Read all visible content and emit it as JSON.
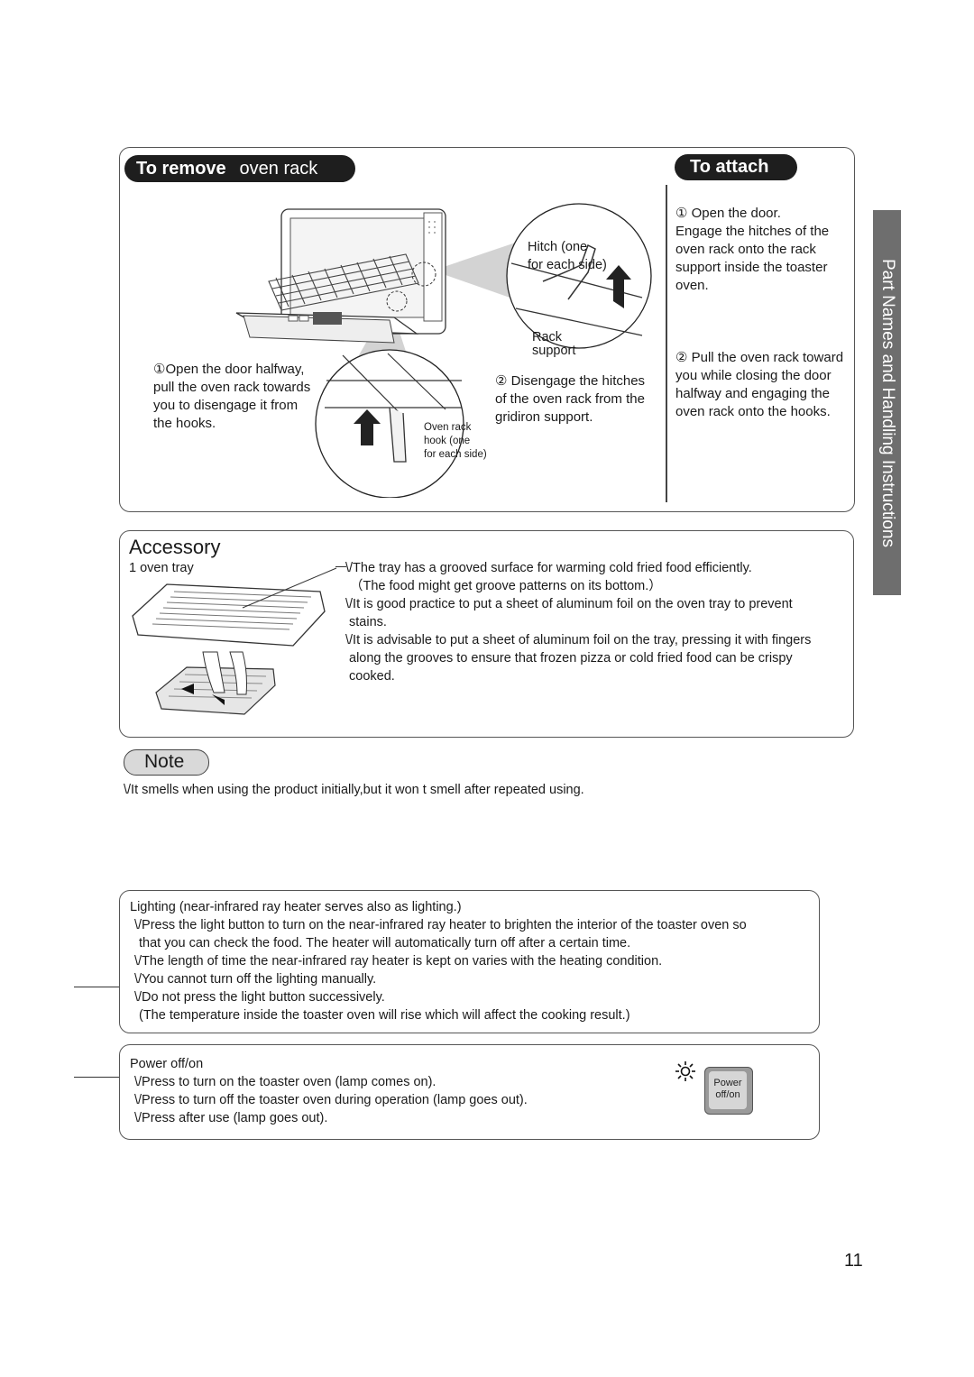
{
  "remove_section": {
    "title_bold": "To remove",
    "title_rest": " oven rack",
    "step1": [
      "①Open the door halfway,",
      "pull the oven rack towards",
      "you to disengage it from",
      "the hooks."
    ],
    "step2": [
      "② Disengage the hitches",
      "of the oven rack from the",
      "gridiron support."
    ],
    "callout_hitch": [
      "Hitch (one",
      "for each side)"
    ],
    "callout_rack_support": [
      "Rack",
      "support"
    ],
    "callout_oven_rack_hook": [
      "Oven rack",
      "hook (one",
      "for each side)"
    ]
  },
  "attach_section": {
    "title": "To attach",
    "step1": [
      "① Open the door.",
      "Engage the hitches of the",
      "oven rack onto the rack",
      "support inside the toaster",
      "oven."
    ],
    "step2": [
      "② Pull the oven rack toward",
      "you while closing the door",
      "halfway and engaging the",
      "oven rack onto the hooks."
    ]
  },
  "side_tab": "Part Names and Handling Instructions",
  "accessory": {
    "title": "Accessory",
    "item": "1 oven tray",
    "lines": [
      "\\/The tray has a grooved surface for warming cold fried food efficiently.",
      "（The food might get groove patterns on its bottom.）",
      "\\/It is good practice to put a sheet of aluminum foil on the oven tray to prevent",
      "stains.",
      "\\/It is advisable to put a sheet of aluminum foil on the tray, pressing it with fingers",
      "along the grooves to ensure that frozen pizza or cold fried food can be crispy",
      "cooked."
    ]
  },
  "note": {
    "label": "Note",
    "text": "\\/It smells when using the product initially,but it won t smell after repeated using."
  },
  "lighting": {
    "heading": "Lighting (near-infrared ray heater serves also as lighting.)",
    "lines": [
      "\\/Press the light button to turn on the near-infrared ray heater to brighten the interior of the toaster oven so",
      "that you can check the food. The heater will automatically turn off after a certain time.",
      "\\/The length of time the near-infrared ray heater is kept on varies with the heating condition.",
      "\\/You cannot turn off the lighting manually.",
      "\\/Do not press the light button successively.",
      "(The temperature inside the toaster oven will rise which will affect the cooking result.)"
    ]
  },
  "power": {
    "heading": "Power off/on",
    "lines": [
      "\\/Press to turn on the toaster oven (lamp comes on).",
      "\\/Press to turn off the toaster oven during operation (lamp goes out).",
      "\\/Press after use (lamp goes out)."
    ],
    "button_line1": "Power",
    "button_line2": "off/on"
  },
  "page_number": "11"
}
